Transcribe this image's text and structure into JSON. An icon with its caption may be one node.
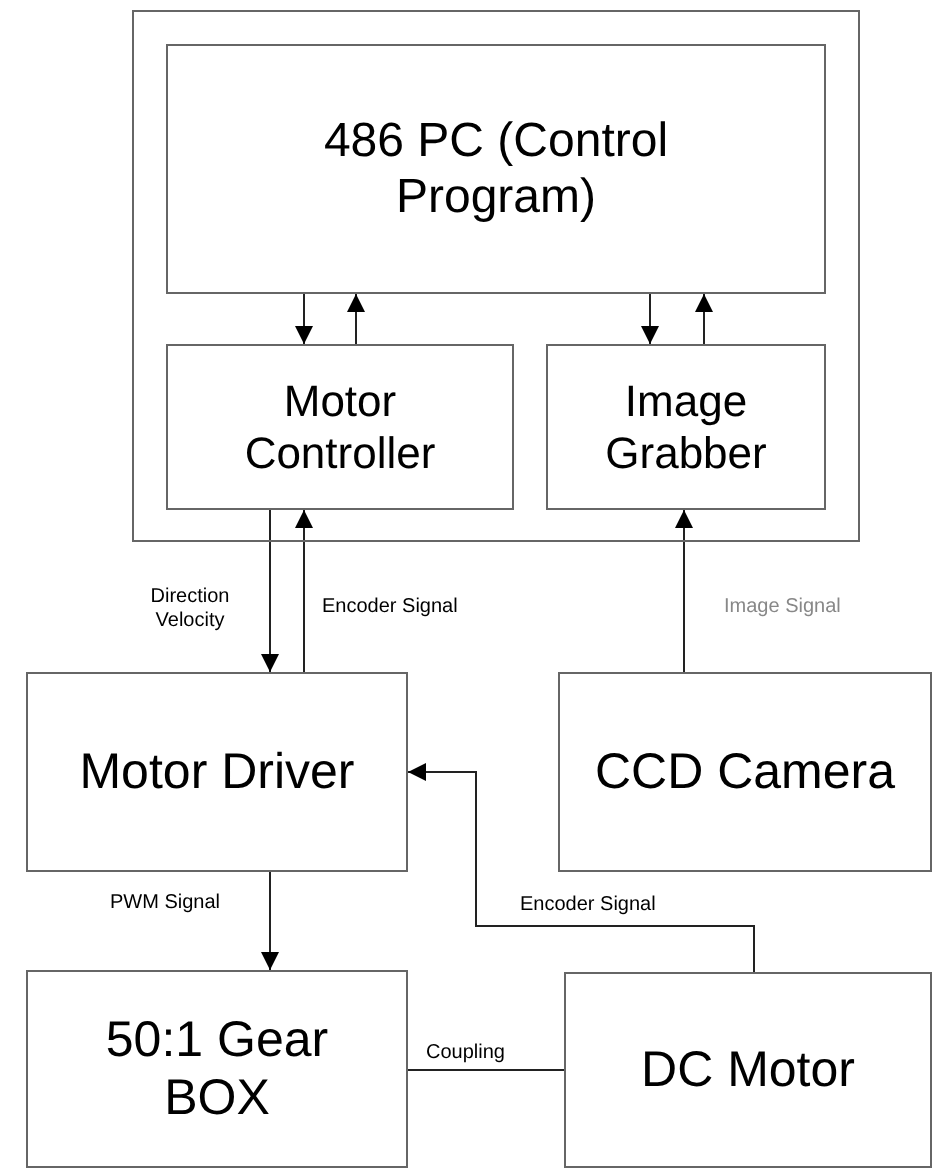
{
  "diagram": {
    "nodes": [
      {
        "text": [],
        "shape": "box"
      },
      {
        "text": [
          "486 PC (Control Program)"
        ],
        "in": 0
      },
      {
        "text": [
          "Motor Controller"
        ],
        "in": 0
      },
      {
        "text": [
          "Image Grabber"
        ],
        "in": 0
      },
      {
        "text": [
          "Motor Driver"
        ]
      },
      {
        "text": [
          "CCD Camera"
        ]
      },
      {
        "text": [
          "50:1 Gear BOX"
        ]
      },
      {
        "text": [
          "DC Motor"
        ]
      }
    ],
    "edges": [
      {
        "from": 1,
        "to": 2,
        "arrow": "to"
      },
      {
        "from": 2,
        "to": 1,
        "arrow": "to"
      },
      {
        "from": 1,
        "to": 3,
        "arrow": "to"
      },
      {
        "from": 3,
        "to": 1,
        "arrow": "to"
      },
      {
        "from": 2,
        "to": 4,
        "arrow": "to",
        "label": "Direction Velocity"
      },
      {
        "from": 4,
        "to": 2,
        "arrow": "to",
        "label": "Encoder Signal"
      },
      {
        "from": 5,
        "to": 3,
        "arrow": "to",
        "label": "Image Signal"
      },
      {
        "from": 7,
        "to": 4,
        "arrow": "to",
        "label": "Encoder Signal"
      },
      {
        "from": 4,
        "to": 6,
        "arrow": "to",
        "label": "PWM Signal"
      },
      {
        "from": 6,
        "to": 7,
        "arrow": "none",
        "label": "Coupling"
      }
    ]
  }
}
